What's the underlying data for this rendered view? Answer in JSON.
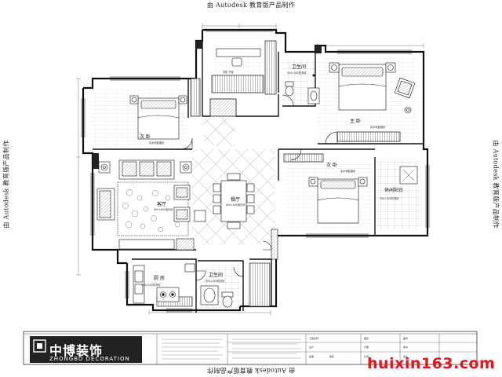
{
  "stamp": {
    "text": "由 Autodesk 教育版产品制作"
  },
  "rooms": {
    "secondary_bedroom_a": "次 卧",
    "secondary_bedroom_b": "次 卧",
    "master_bedroom": "主 卧",
    "bathroom_top": "卫生间",
    "bathroom_bottom": "卫生间",
    "living_room": "客厅",
    "dining_room": "餐厅",
    "kitchen": "厨 房",
    "balcony": "休闲阳台"
  },
  "notes": {
    "wood_floor_a": "实木地板铺设",
    "wood_floor_b": "实木地板铺设",
    "wood_floor_c": "实木地板铺设",
    "wardrobe": "衣柜 书柜",
    "bath_tile": "300×300防滑砖",
    "living_tile": "600×600抛光砖",
    "dining_tile": "600×600抛光砖",
    "kitchen_tile": "300×300防滑砖",
    "bath2_tile": "300×300防滑砖",
    "balcony_tile": "300×300防滑砖"
  },
  "brand": {
    "chinese": "中博装饰",
    "english": "ZHONGBO DECORATION"
  },
  "watermark": {
    "text": "huixin163.com"
  },
  "title_block": {
    "col1": [
      "工程名称",
      "设计",
      "绘图",
      "审核"
    ],
    "col2": [
      "图名",
      "日期",
      "比例"
    ],
    "col3": [
      "图号",
      "版本",
      "备注"
    ]
  },
  "colors": {
    "line": "#111111",
    "watermark": "#e4141a",
    "brand_bg": "#222222"
  }
}
